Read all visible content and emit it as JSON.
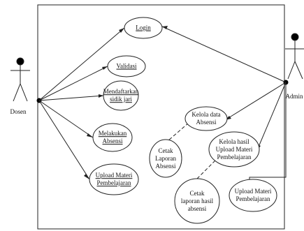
{
  "actors": {
    "dosen": "Dosen",
    "admin": "Admin"
  },
  "usecases": {
    "login": "Login",
    "validasi": "Validasi",
    "mendaftarkan": "Mendaftarkan\nsidik jari",
    "melakukan": "Melakukan\nAbsensi",
    "upload_dosen": "Upload Materi\nPembelajaran",
    "kelola_data": "Kelola data\nAbsensi",
    "cetak_laporan": "Cetak\nLaporan\nAbsensi",
    "kelola_hasil": "Kelola hasil\nUpload Materi\nPembelajaran",
    "cetak_hasil": "Cetak\nlaporan hasil\nabsensi",
    "upload_admin": "Upload Materi\nPembelajaran"
  }
}
